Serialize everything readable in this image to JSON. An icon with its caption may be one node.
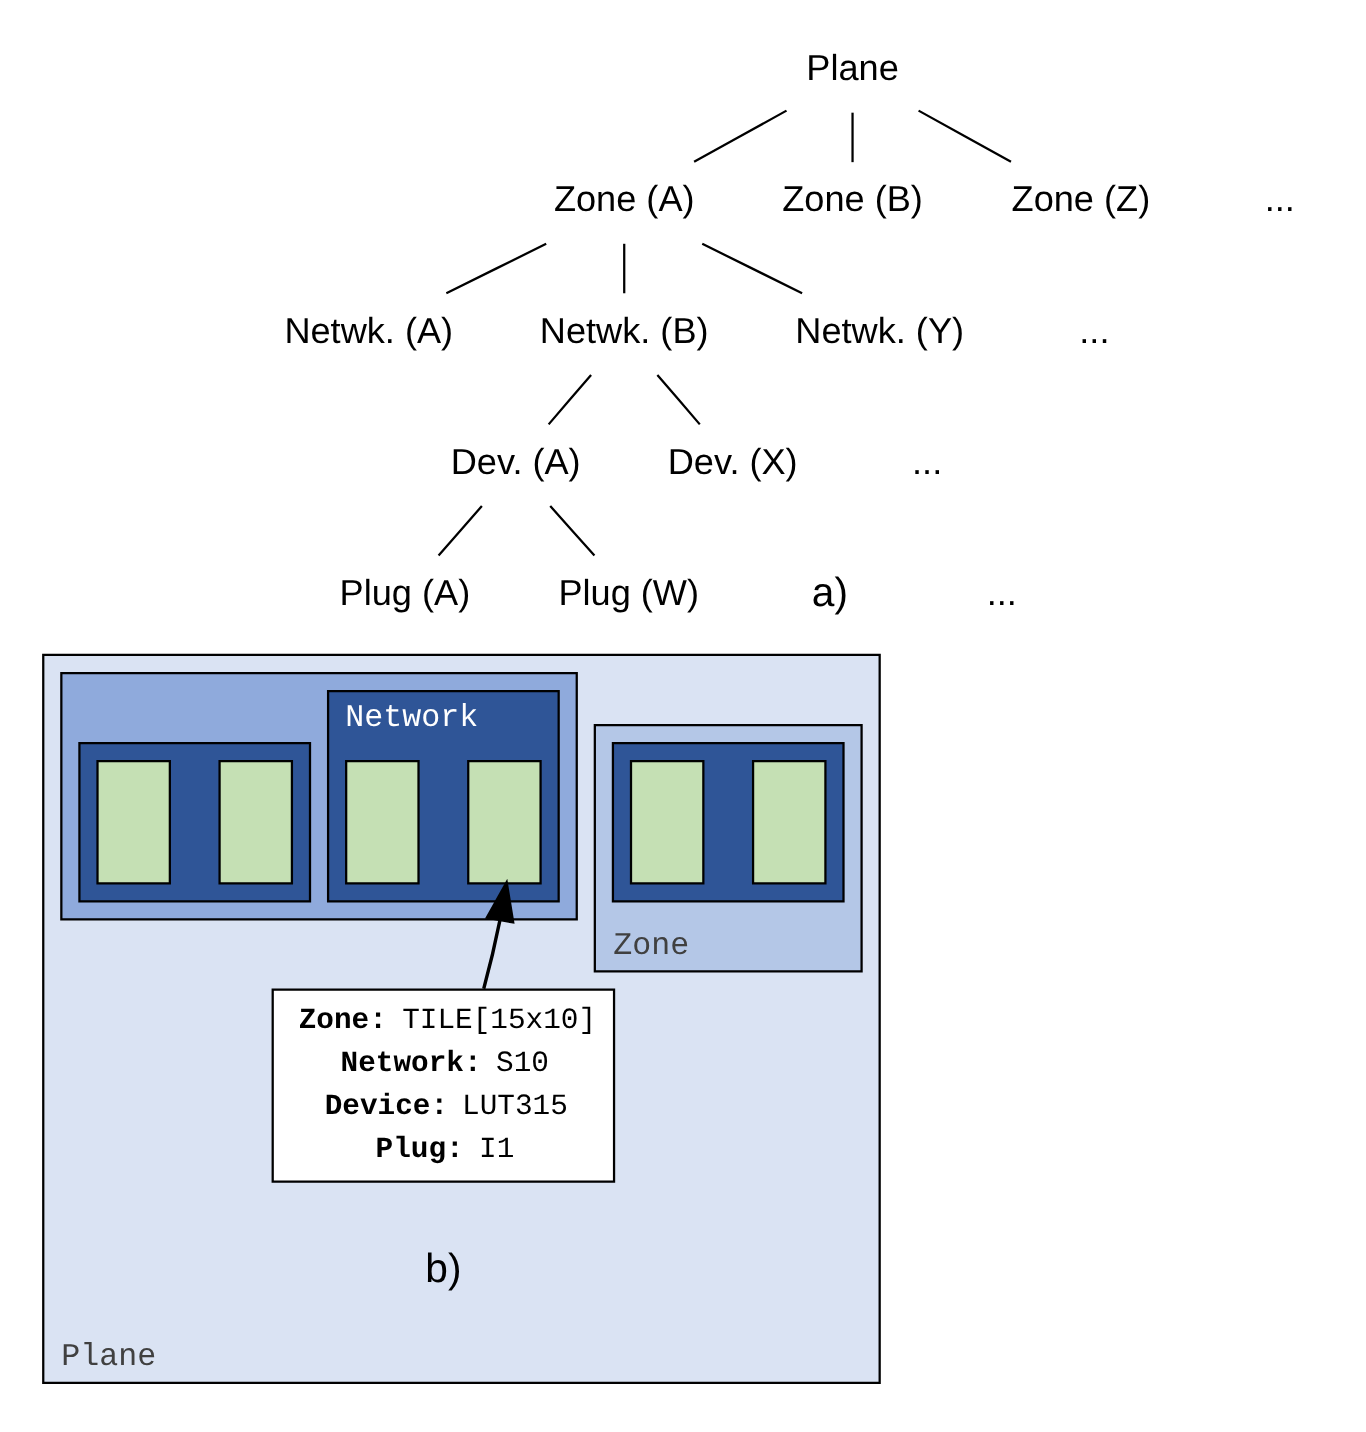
{
  "diagram": {
    "nodes": [
      {
        "text": [
          "Plane"
        ]
      },
      {
        "text": [
          "Zone (A)"
        ]
      },
      {
        "text": [
          "Zone (B)"
        ]
      },
      {
        "text": [
          "Zone (Z)"
        ]
      },
      {
        "text": [
          "Netwk. (A)"
        ]
      },
      {
        "text": [
          "Netwk. (B)"
        ]
      },
      {
        "text": [
          "Netwk. (Y)"
        ]
      },
      {
        "text": [
          "Dev. (A)"
        ]
      },
      {
        "text": [
          "Dev. (X)"
        ]
      },
      {
        "text": [
          "Plug (A)"
        ]
      },
      {
        "text": [
          "Plug (W)"
        ]
      },
      {
        "text": [
          "Plane"
        ]
      },
      {
        "text": [
          "Zone"
        ],
        "in": 11
      },
      {
        "text": [],
        "shape": "box",
        "in": 12
      },
      {
        "text": [],
        "shape": "box",
        "in": 13
      },
      {
        "text": [],
        "shape": "box",
        "in": 13
      },
      {
        "text": [],
        "shape": "box",
        "in": 11
      },
      {
        "text": [],
        "shape": "box",
        "in": 16
      },
      {
        "text": [],
        "shape": "box",
        "in": 17
      },
      {
        "text": [],
        "shape": "box",
        "in": 17
      },
      {
        "text": [
          "Network"
        ],
        "in": 16
      },
      {
        "text": [],
        "shape": "box",
        "in": 20
      },
      {
        "text": [],
        "shape": "box",
        "in": 20
      },
      {
        "text": [
          "**Zone:** TILE[15x10]",
          "**Network:** S10",
          "**Device:** LUT315",
          "**Plug:** I1"
        ],
        "in": 11
      }
    ],
    "edges": [
      {
        "from": 0,
        "to": 1,
        "arrow": "none"
      },
      {
        "from": 0,
        "to": 2,
        "arrow": "none"
      },
      {
        "from": 0,
        "to": 3,
        "arrow": "none"
      },
      {
        "from": 1,
        "to": 4,
        "arrow": "none"
      },
      {
        "from": 1,
        "to": 5,
        "arrow": "none"
      },
      {
        "from": 1,
        "to": 6,
        "arrow": "none"
      },
      {
        "from": 5,
        "to": 7,
        "arrow": "none"
      },
      {
        "from": 5,
        "to": 8,
        "arrow": "none"
      },
      {
        "from": 7,
        "to": 9,
        "arrow": "none"
      },
      {
        "from": 7,
        "to": 10,
        "arrow": "none"
      },
      {
        "from": 23,
        "to": 22,
        "arrow": "to"
      }
    ],
    "labels": [
      "...",
      "...",
      "...",
      "...",
      "a)",
      "b)"
    ]
  }
}
